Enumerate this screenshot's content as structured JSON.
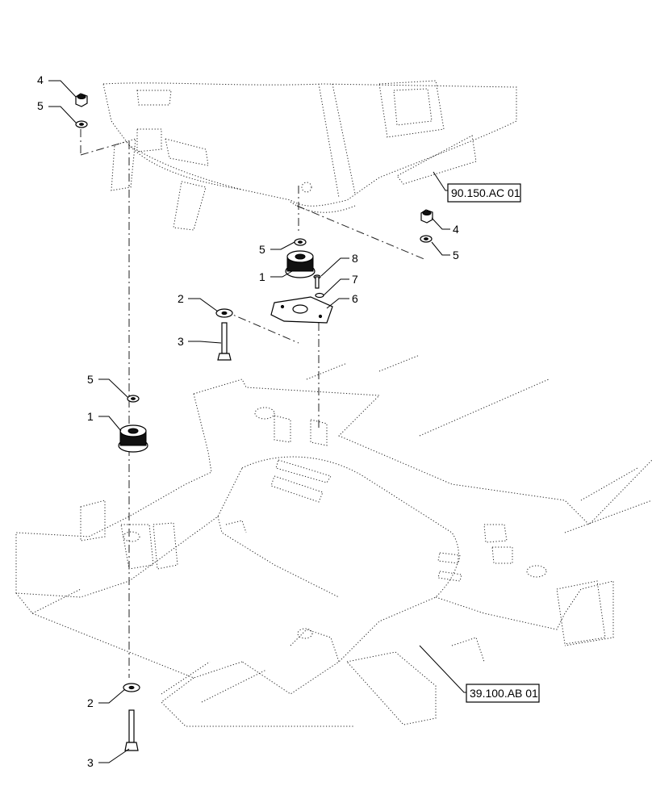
{
  "callouts": {
    "c4_top": "4",
    "c5_top": "5",
    "c4_right": "4",
    "c5_right": "5",
    "c5_mid": "5",
    "c1_mid": "1",
    "c8": "8",
    "c7": "7",
    "c6": "6",
    "c2_mid": "2",
    "c3_mid": "3",
    "c5_lower": "5",
    "c1_lower": "1",
    "c2_bottom": "2",
    "c3_bottom": "3"
  },
  "references": {
    "cab_ref": "90.150.AC 01",
    "frame_ref": "39.100.AB 01"
  }
}
